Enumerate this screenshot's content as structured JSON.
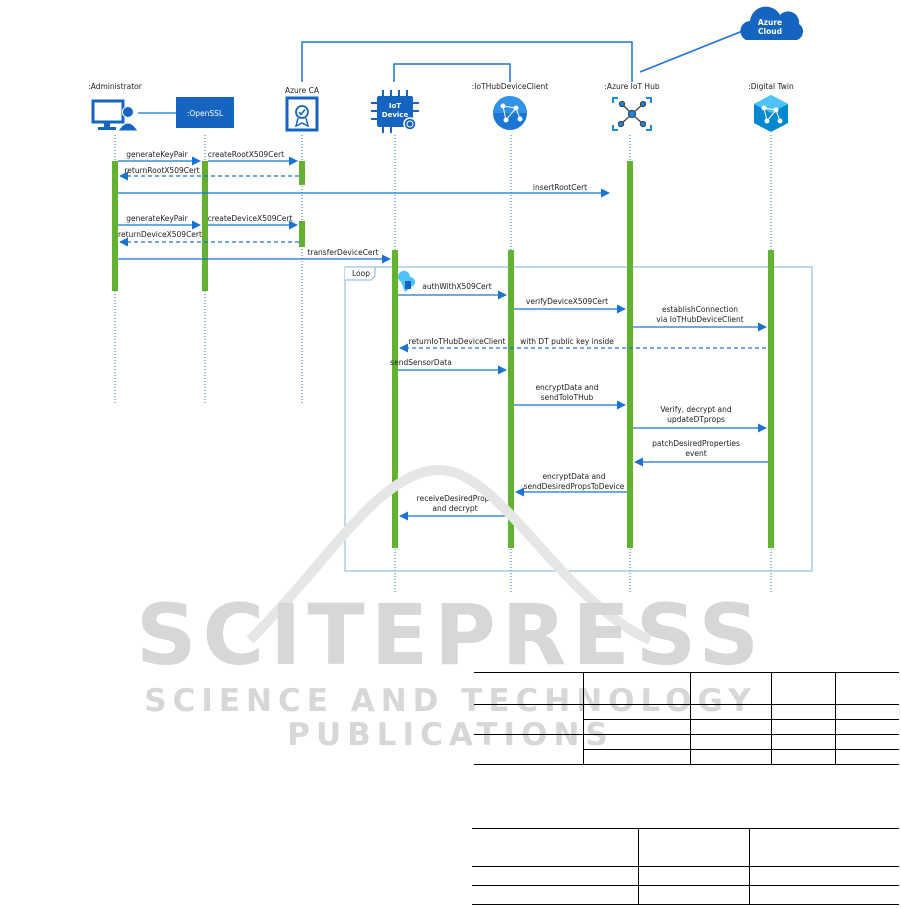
{
  "lifelines": {
    "administrator": ":Administrator",
    "openssl": ":OpenSSL",
    "azure_ca": "Azure CA",
    "iot_device": ":IoT Device",
    "iothub_client": ":IoTHubDeviceClient",
    "azure_iot_hub": ":Azure IoT Hub",
    "digital_twin": ":Digital Twin"
  },
  "iot_icon_text": [
    "IoT",
    "Device"
  ],
  "azure_cloud": [
    "Azure",
    "Cloud"
  ],
  "loop_label": "Loop",
  "messages": {
    "generate_key_pair_1": "generateKeyPair",
    "create_root_cert": "createRootX509Cert",
    "return_root_cert": "returnRootX509Cert",
    "insert_root_cert": "insertRootCert",
    "generate_key_pair_2": "generateKeyPair",
    "create_device_cert": "createDeviceX509Cert",
    "return_device_cert": "returnDeviceX509Cert",
    "transfer_device_cert": "transferDeviceCert",
    "auth_with_cert": "authWithX509Cert",
    "verify_device_cert": "verifyDeviceX509Cert",
    "establish_connection": [
      "establishConnection",
      "via IoTHubDeviceClient"
    ],
    "return_client": "returnIoTHubDeviceClient",
    "dt_public_key": "with DT public key inside",
    "send_sensor_data": "sendSensorData",
    "encrypt_send_hub": [
      "encryptData and",
      "sendToIoTHub"
    ],
    "verify_decrypt_update": [
      "Verify, decrypt and",
      "updateDTprops"
    ],
    "patch_desired": [
      "patchDesiredProperties",
      "event"
    ],
    "encrypt_send_device": [
      "encryptData and",
      "sendDesiredPropsToDevice"
    ],
    "receive_decrypt": [
      "receiveDesiredProps",
      "and decrypt"
    ]
  },
  "watermark": {
    "title": "SCITEPRESS",
    "subtitle": "SCIENCE AND TECHNOLOGY PUBLICATIONS"
  },
  "colors": {
    "arrow_blue": "#1a73d1",
    "activation_green": "#62b22f",
    "icon_blue": "#1565c0",
    "loop_border": "#7fb1d8",
    "watermark_gray": "#d7d7d7"
  }
}
